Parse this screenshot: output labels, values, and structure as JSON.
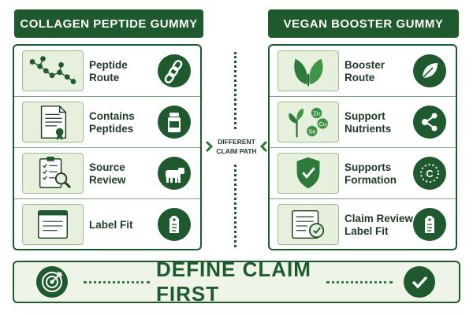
{
  "left": {
    "header": "COLLAGEN PEPTIDE GUMMY",
    "rows": [
      {
        "label": "Peptide Route",
        "picture": "molecule-chain",
        "icon": "chain-link-icon"
      },
      {
        "label": "Contains Peptides",
        "picture": "certificate-document",
        "icon": "supplement-jar-icon"
      },
      {
        "label": "Source Review",
        "picture": "checklist-magnifier",
        "icon": "cow-icon"
      },
      {
        "label": "Label Fit",
        "picture": "label-document",
        "icon": "tag-icon"
      }
    ]
  },
  "right": {
    "header": "VEGAN BOOSTER GUMMY",
    "rows": [
      {
        "label": "Booster Route",
        "picture": "leaves",
        "icon": "leaf-icon"
      },
      {
        "label": "Support Nutrients",
        "picture": "plant-minerals",
        "icon": "molecule-icon"
      },
      {
        "label": "Supports Formation",
        "picture": "shield-check",
        "icon": "vitamin-c-icon"
      },
      {
        "label": "Claim Review Label Fit",
        "picture": "document-check",
        "icon": "tag-icon"
      }
    ]
  },
  "middle": {
    "line1": "DIFFERENT",
    "line2": "CLAIM PATH"
  },
  "mineral_labels": {
    "zn": "Zn",
    "cu": "Cu",
    "se": "Se"
  },
  "vitamin_letter": "C",
  "footer": {
    "title": "DEFINE CLAIM FIRST",
    "left_icon": "target-icon",
    "right_icon": "checkmark-icon"
  },
  "colors": {
    "dark_green": "#1e5a2e",
    "light_green": "#e6f0dc",
    "text": "#1e3a24"
  }
}
